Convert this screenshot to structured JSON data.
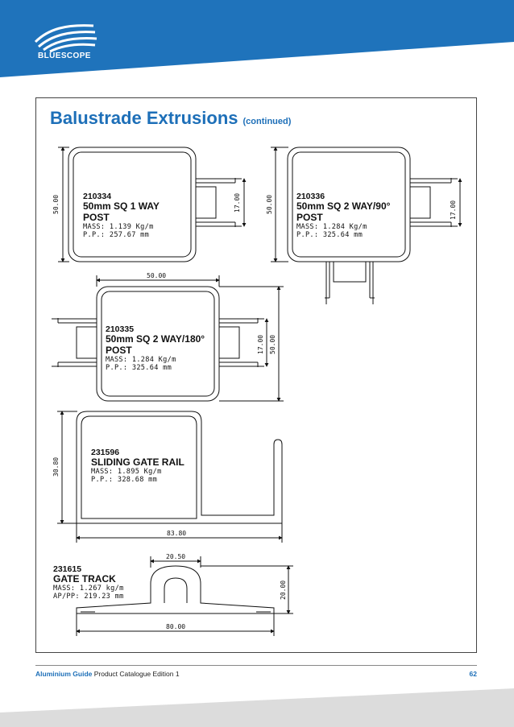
{
  "brand": {
    "logo_text": "BLUESCOPE"
  },
  "page": {
    "title": "Balustrade Extrusions",
    "subtitle": "(continued)"
  },
  "products": [
    {
      "code": "210334",
      "name": [
        "50mm SQ 1 WAY",
        "POST"
      ],
      "mass": "MASS: 1.139 Kg/m",
      "pp": "P.P.:   257.67 mm",
      "dims": [
        "50.00",
        "17.00"
      ]
    },
    {
      "code": "210336",
      "name": [
        "50mm SQ 2 WAY/90°",
        "POST"
      ],
      "mass": "MASS: 1.284 Kg/m",
      "pp": "P.P.:   325.64 mm",
      "dims": [
        "50.00",
        "17.00"
      ]
    },
    {
      "code": "210335",
      "name": [
        "50mm SQ 2 WAY/180°",
        "POST"
      ],
      "mass": "MASS: 1.284 Kg/m",
      "pp": "P.P.:   325.64 mm",
      "dims": [
        "50.00",
        "17.00",
        "50.00"
      ]
    },
    {
      "code": "231596",
      "name": [
        "SLIDING GATE RAIL"
      ],
      "mass": "MASS: 1.895 Kg/m",
      "pp": "P.P.:   328.68 mm",
      "dims": [
        "30.80",
        "83.80"
      ]
    },
    {
      "code": "231615",
      "name": [
        "GATE TRACK"
      ],
      "mass": "MASS: 1.267 kg/m",
      "pp": "AP/PP: 219.23 mm",
      "dims": [
        "20.50",
        "20.00",
        "80.00"
      ]
    }
  ],
  "footer": {
    "guide": "Aluminium Guide",
    "rest": " Product Catalogue Edition 1",
    "page_number": "62"
  },
  "colors": {
    "brand_blue": "#1d6fb8",
    "header_blue": "#1f73bb",
    "band_gray": "#dcdcdc"
  }
}
